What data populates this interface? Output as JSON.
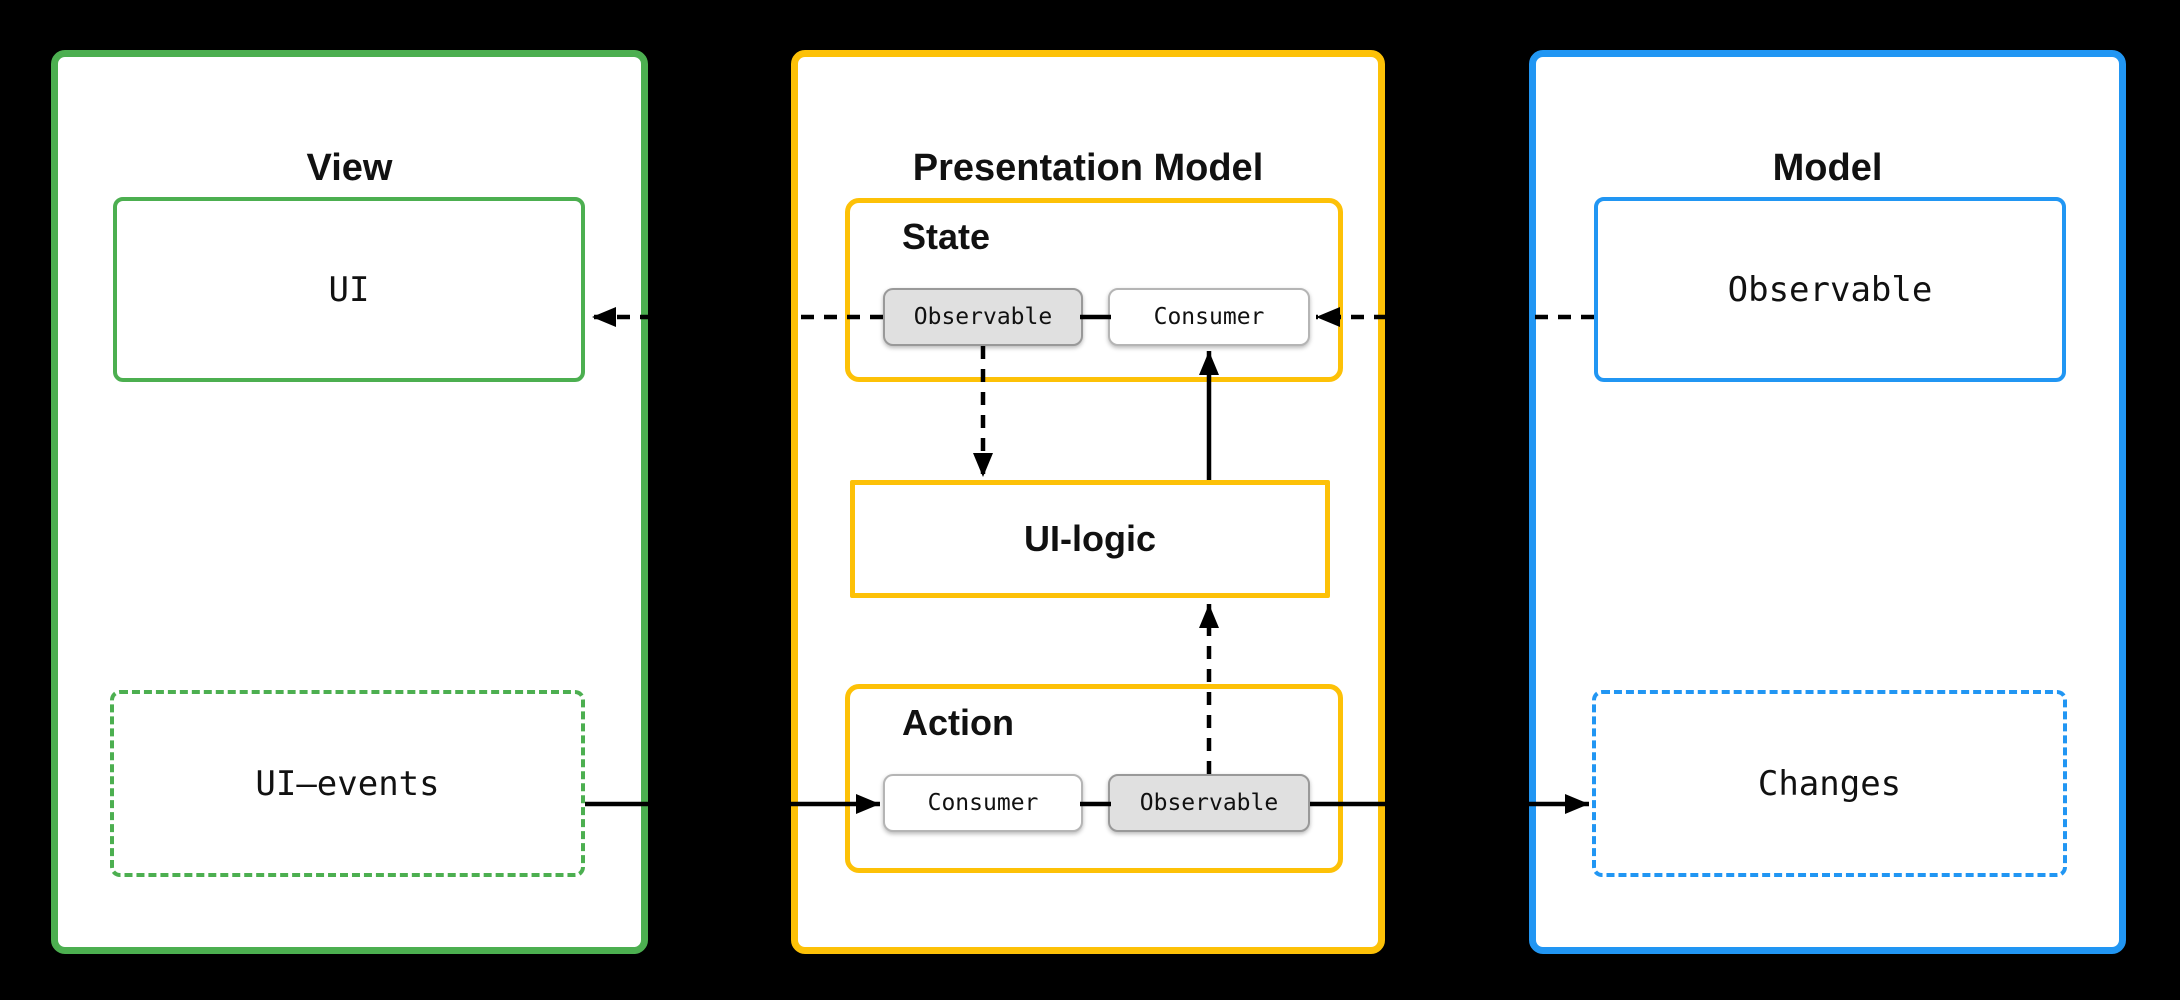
{
  "colors": {
    "background": "#000000",
    "view_green": "#4CAF50",
    "presentation_amber": "#FDC107",
    "model_blue": "#2196F3",
    "pill_gray_fill": "#E0E0E0",
    "pill_gray_border": "#999999",
    "pill_white_fill": "#FFFFFF",
    "arrow_black": "#000000",
    "panel_fill": "#FFFFFF",
    "text": "#111111"
  },
  "panels": {
    "view": {
      "title": "View",
      "ui": "UI",
      "ui_events": "UI–events"
    },
    "presentation_model": {
      "title": "Presentation Model",
      "state": {
        "title": "State",
        "observable": "Observable",
        "consumer": "Consumer"
      },
      "ui_logic": "UI-logic",
      "action": {
        "title": "Action",
        "consumer": "Consumer",
        "observable": "Observable"
      }
    },
    "model": {
      "title": "Model",
      "observable": "Observable",
      "changes": "Changes"
    }
  },
  "edges": [
    {
      "from": "presentation_model.state.observable",
      "to": "view.ui",
      "style": "dashed",
      "direction": "left"
    },
    {
      "from": "model.observable",
      "to": "presentation_model.state.consumer",
      "style": "dashed",
      "direction": "left"
    },
    {
      "from": "presentation_model.state.observable",
      "to": "presentation_model.ui_logic",
      "style": "dashed",
      "direction": "down"
    },
    {
      "from": "presentation_model.ui_logic",
      "to": "presentation_model.state.consumer",
      "style": "solid",
      "direction": "up"
    },
    {
      "from": "presentation_model.action.observable",
      "to": "presentation_model.ui_logic",
      "style": "dashed",
      "direction": "up"
    },
    {
      "from": "view.ui_events",
      "to": "presentation_model.action.consumer",
      "style": "solid",
      "direction": "right"
    },
    {
      "from": "presentation_model.action.observable",
      "to": "model.changes",
      "style": "solid",
      "direction": "right"
    },
    {
      "from": "presentation_model.state.observable",
      "to": "presentation_model.state.consumer",
      "style": "solid",
      "direction": "none"
    },
    {
      "from": "presentation_model.action.consumer",
      "to": "presentation_model.action.observable",
      "style": "solid",
      "direction": "none"
    }
  ]
}
